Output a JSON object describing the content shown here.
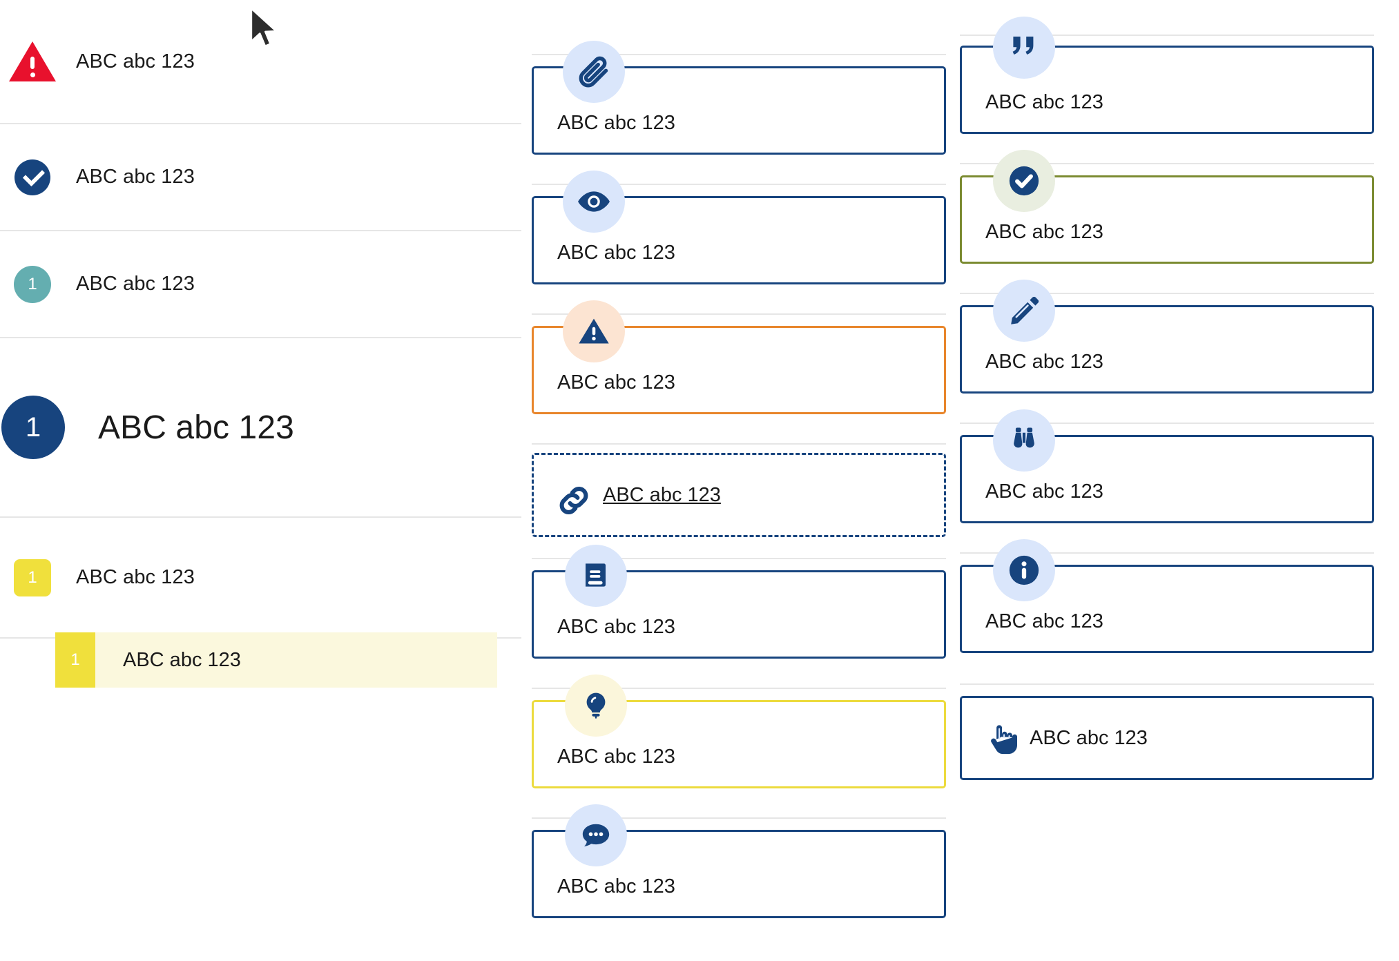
{
  "sidebar": {
    "items": [
      {
        "label": "ABC abc 123",
        "icon": "warning-triangle-icon",
        "badge_text": "",
        "badge_color": "#e8112d",
        "style": "triangle-red"
      },
      {
        "label": "ABC abc 123",
        "icon": "check-circle-icon",
        "badge_text": "",
        "badge_color": "#17447e",
        "style": "circle-navy-check"
      },
      {
        "label": "ABC abc 123",
        "icon": "number-badge-icon",
        "badge_text": "1",
        "badge_color": "#64aeb0",
        "style": "circle-teal"
      },
      {
        "label": "ABC abc 123",
        "icon": "number-badge-icon",
        "badge_text": "1",
        "badge_color": "#17447e",
        "style": "circle-navy-large"
      },
      {
        "label": "ABC abc 123",
        "icon": "number-badge-icon",
        "badge_text": "1",
        "badge_color": "#f0e03c",
        "style": "square-yellow"
      }
    ],
    "highlighted_item": {
      "label": "ABC abc 123",
      "badge_text": "1",
      "badge_color": "#f0e03c",
      "background": "#fbf8dd"
    },
    "cursor": "mouse-pointer-icon"
  },
  "middle_column": {
    "cards": [
      {
        "label": "ABC abc 123",
        "icon": "paperclip-icon",
        "icon_bg": "#dae6fb",
        "border_color": "#17447e",
        "border_style": "solid",
        "layout": "stacked"
      },
      {
        "label": "ABC abc 123",
        "icon": "eye-icon",
        "icon_bg": "#dae6fb",
        "border_color": "#17447e",
        "border_style": "solid",
        "layout": "stacked"
      },
      {
        "label": "ABC abc 123",
        "icon": "warning-triangle-icon",
        "icon_bg": "#fce4d2",
        "border_color": "#e8862c",
        "border_style": "solid",
        "layout": "stacked"
      },
      {
        "label": "ABC abc 123",
        "icon": "link-chain-icon",
        "icon_bg": "none",
        "border_color": "#17447e",
        "border_style": "dashed",
        "layout": "inline",
        "underline": true
      },
      {
        "label": "ABC abc 123",
        "icon": "book-icon",
        "icon_bg": "#dae6fb",
        "border_color": "#17447e",
        "border_style": "solid",
        "layout": "stacked"
      },
      {
        "label": "ABC abc 123",
        "icon": "lightbulb-icon",
        "icon_bg": "#fbf6db",
        "border_color": "#ecdb3e",
        "border_style": "solid",
        "layout": "stacked"
      },
      {
        "label": "ABC abc 123",
        "icon": "speech-bubble-icon",
        "icon_bg": "#dae6fb",
        "border_color": "#17447e",
        "border_style": "solid",
        "layout": "stacked"
      }
    ]
  },
  "right_column": {
    "cards": [
      {
        "label": "ABC abc 123",
        "icon": "quote-marks-icon",
        "icon_bg": "#dae6fb",
        "border_color": "#17447e",
        "border_style": "solid",
        "layout": "stacked"
      },
      {
        "label": "ABC abc 123",
        "icon": "check-circle-icon",
        "icon_bg": "#e9eee0",
        "border_color": "#7b8b31",
        "border_style": "solid",
        "layout": "stacked"
      },
      {
        "label": "ABC abc 123",
        "icon": "pencil-icon",
        "icon_bg": "#dae6fb",
        "border_color": "#17447e",
        "border_style": "solid",
        "layout": "stacked"
      },
      {
        "label": "ABC abc 123",
        "icon": "binoculars-icon",
        "icon_bg": "#dae6fb",
        "border_color": "#17447e",
        "border_style": "solid",
        "layout": "stacked"
      },
      {
        "label": "ABC abc 123",
        "icon": "info-circle-icon",
        "icon_bg": "#dae6fb",
        "border_color": "#17447e",
        "border_style": "solid",
        "layout": "stacked"
      },
      {
        "label": "ABC abc 123",
        "icon": "hand-pointer-icon",
        "icon_bg": "none",
        "border_color": "#17447e",
        "border_style": "solid",
        "layout": "inline"
      }
    ]
  },
  "colors": {
    "navy": "#17447e",
    "red": "#e8112d",
    "teal": "#64aeb0",
    "yellow": "#f0e03c",
    "orange": "#e8862c",
    "olive": "#7b8b31",
    "icon_blue_bg": "#dae6fb",
    "highlight_bg": "#fbf8dd"
  }
}
